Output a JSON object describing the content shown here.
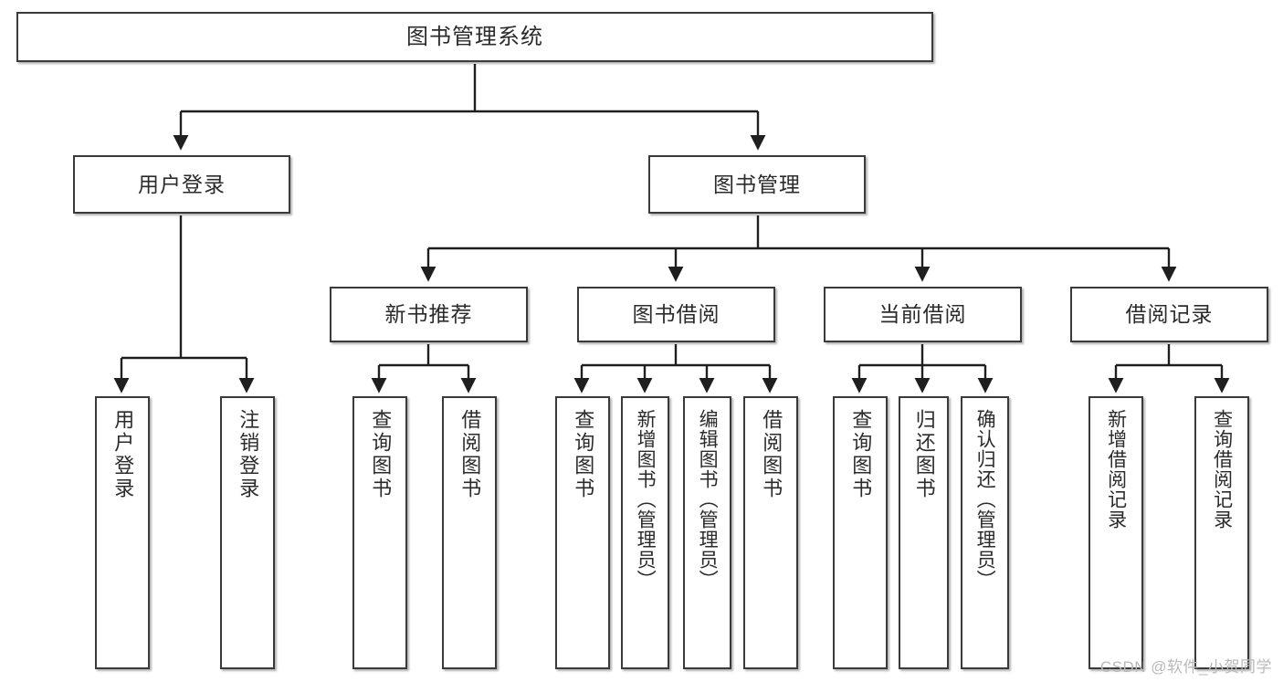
{
  "diagram": {
    "type": "tree-hierarchy",
    "title": "图书管理系统",
    "orientation": "top-down",
    "colors": {
      "box_border": "#3a3a3c",
      "box_fill": "#ffffff",
      "connector": "#1f1f21",
      "text": "#2b2b2d",
      "watermark": "#b9b9bb",
      "canvas": "#ffffff"
    },
    "root": {
      "label": "图书管理系统"
    },
    "level2": [
      {
        "label": "用户登录"
      },
      {
        "label": "图书管理"
      }
    ],
    "level3": [
      {
        "label": "新书推荐"
      },
      {
        "label": "图书借阅"
      },
      {
        "label": "当前借阅"
      },
      {
        "label": "借阅记录"
      }
    ],
    "leaves": {
      "user_login": [
        {
          "label": "用户登录"
        },
        {
          "label": "注销登录"
        }
      ],
      "new_book_recommend": [
        {
          "label": "查询图书"
        },
        {
          "label": "借阅图书"
        }
      ],
      "book_borrow": [
        {
          "label": "查询图书"
        },
        {
          "label": "新增图书（管理员）"
        },
        {
          "label": "编辑图书（管理员）"
        },
        {
          "label": "借阅图书"
        }
      ],
      "current_borrow": [
        {
          "label": "查询图书"
        },
        {
          "label": "归还图书"
        },
        {
          "label": "确认归还（管理员）"
        }
      ],
      "borrow_record": [
        {
          "label": "新增借阅记录"
        },
        {
          "label": "查询借阅记录"
        }
      ]
    }
  },
  "watermark": {
    "text": "CSDN @软件_小贺同学"
  }
}
